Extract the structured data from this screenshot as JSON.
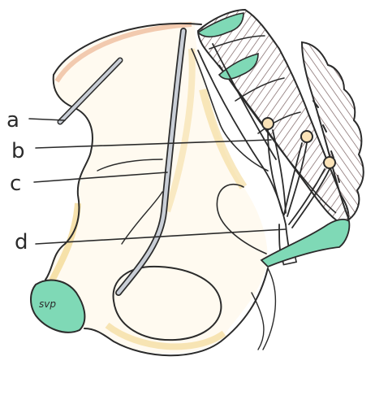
{
  "labels": {
    "a": "a",
    "b": "b",
    "c": "c",
    "d": "d"
  },
  "symphysis_label": "svp",
  "colors": {
    "ink": "#2b2b2b",
    "bone_shade": "#f2d58a",
    "bone_rim": "#e8a27a",
    "cartilage": "#7fd9b6",
    "sacrum_hatch": "#8a6a6a"
  }
}
